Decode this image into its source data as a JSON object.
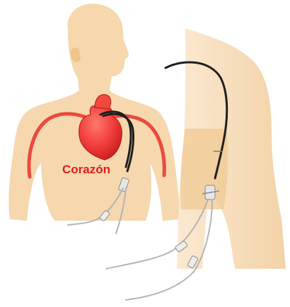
{
  "labels": {
    "heart": "Corazón"
  },
  "colors": {
    "skin": "#f6d7ae",
    "skin_shadow": "#efc48d",
    "skin_light": "#fbe9d1",
    "heart": "#f03a3a",
    "heart_dark": "#c81e1e",
    "vessel": "#ea4a3a",
    "catheter": "#1f1f1f",
    "tubing": "#b5b5b5",
    "label": "#e21b1b"
  },
  "icons": {
    "left_figure": "patient-front-torso",
    "right_figure": "patient-side-shoulder-arm"
  }
}
